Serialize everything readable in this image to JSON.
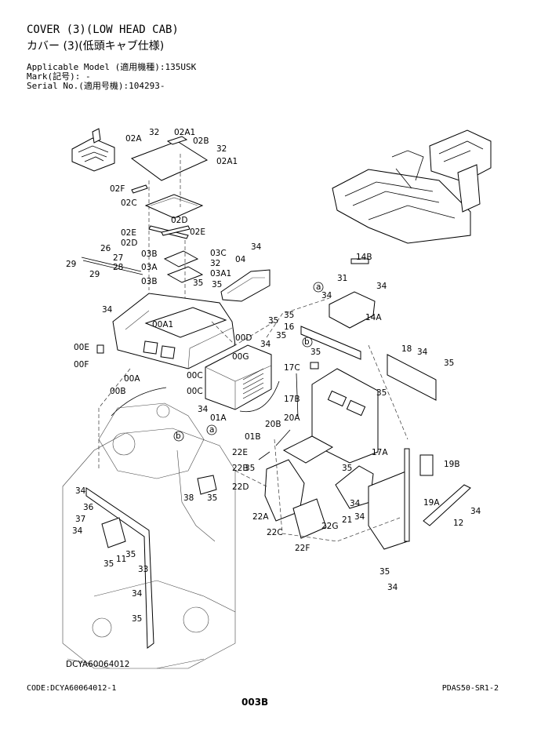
{
  "header": {
    "title_en": "COVER (3)(LOW HEAD CAB)",
    "title_jp": "カバー (3)(低頭キャブ仕様)",
    "model_line": "Applicable Model (適用機種):135USK",
    "mark_line": "Mark(記号): -",
    "serial_line": "Serial No.(適用号機):104293-"
  },
  "figure_code": "DCYA60064012",
  "footer": {
    "code": "CODE:DCYA60064012-1",
    "page": "003B",
    "ref": "PDAS50-SR1-2"
  },
  "callouts": [
    "32",
    "02A1",
    "02A",
    "02B",
    "32",
    "02A1",
    "02F",
    "02C",
    "02D",
    "02E",
    "02D",
    "02E",
    "26",
    "27",
    "28",
    "29",
    "29",
    "03B",
    "03C",
    "03A",
    "32",
    "03A1",
    "03B",
    "35",
    "35",
    "34",
    "04",
    "34",
    "14B",
    "31",
    "34",
    "34",
    "35",
    "14A",
    "35",
    "16",
    "00A1",
    "35",
    "34",
    "00D",
    "00E",
    "00G",
    "00F",
    "00C",
    "00A",
    "00B",
    "00C",
    "34",
    "01A",
    "01B",
    "17C",
    "35",
    "18",
    "34",
    "35",
    "35",
    "17B",
    "20A",
    "20B",
    "22E",
    "22B",
    "35",
    "22D",
    "22A",
    "22C",
    "22F",
    "22G",
    "21",
    "34",
    "35",
    "34",
    "17A",
    "19B",
    "19A",
    "12",
    "34",
    "35",
    "34",
    "36",
    "38",
    "35",
    "34",
    "37",
    "34",
    "35",
    "35",
    "11",
    "33",
    "34",
    "35"
  ],
  "circle_refs": [
    "a",
    "b",
    "b",
    "a"
  ]
}
